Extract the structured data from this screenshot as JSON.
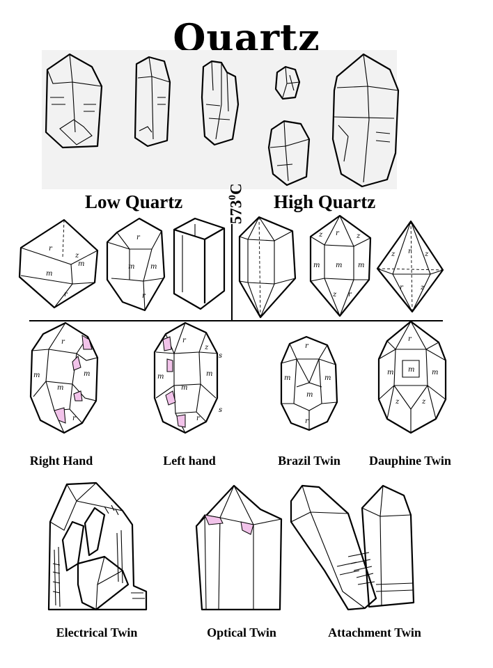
{
  "title": "Quartz",
  "sections": {
    "low_label": "Low Quartz",
    "high_label": "High Quartz",
    "transition_temp": "573",
    "transition_sup": "0",
    "transition_unit": "C"
  },
  "face_letters": {
    "r": "r",
    "m": "m",
    "z": "z",
    "s": "s"
  },
  "twins_row1": [
    {
      "label": "Right Hand"
    },
    {
      "label": "Left hand"
    },
    {
      "label": "Brazil Twin"
    },
    {
      "label": "Dauphine Twin"
    }
  ],
  "twins_row2": [
    {
      "label": "Electrical Twin"
    },
    {
      "label": "Optical Twin"
    },
    {
      "label": "Attachment Twin"
    }
  ],
  "colors": {
    "accent_face": "#f2c3ea",
    "ink": "#000000",
    "background": "#ffffff"
  }
}
